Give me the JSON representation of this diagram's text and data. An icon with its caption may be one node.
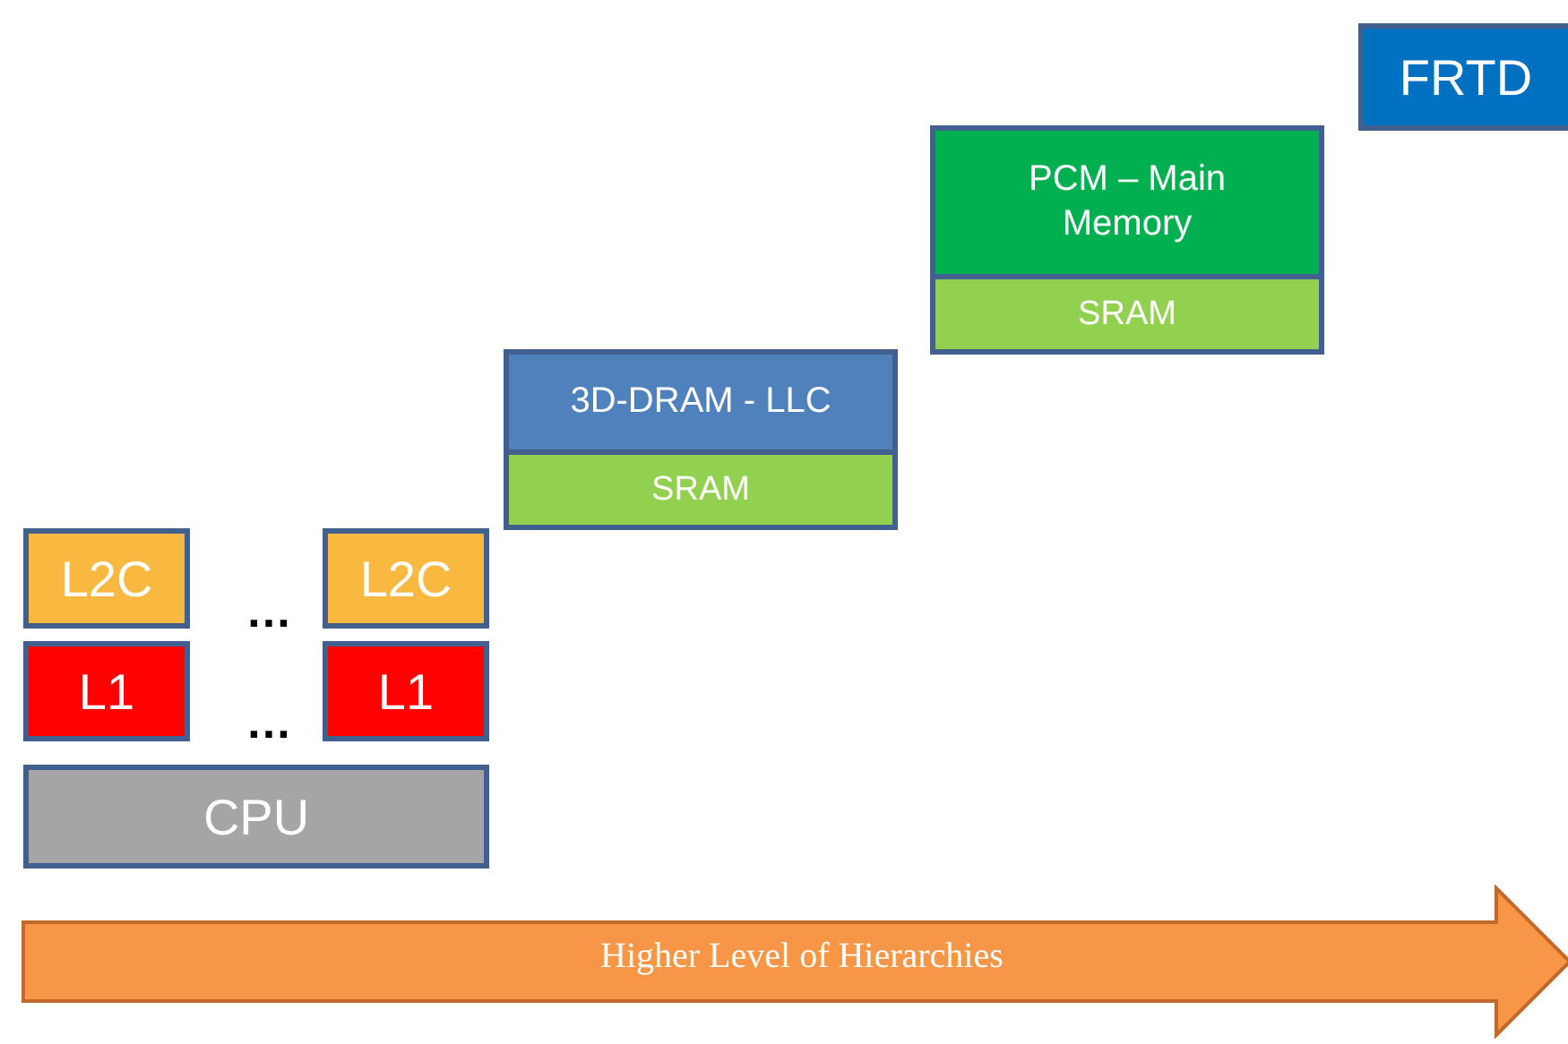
{
  "diagram": {
    "nodes": [
      {
        "text": [
          "L2C"
        ]
      },
      {
        "text": [
          "L2C"
        ]
      },
      {
        "text": [
          "L1"
        ]
      },
      {
        "text": [
          "L1"
        ]
      },
      {
        "text": [
          "CPU"
        ]
      },
      {
        "text": [
          "3D-DRAM - LLC"
        ]
      },
      {
        "text": [
          "SRAM"
        ]
      },
      {
        "text": [
          "PCM – Main Memory"
        ]
      },
      {
        "text": [
          "SRAM"
        ]
      },
      {
        "text": [
          "FRTD"
        ]
      },
      {
        "text": [
          "Higher Level of Hierarchies"
        ]
      }
    ],
    "labels": [
      "…",
      "…"
    ]
  }
}
